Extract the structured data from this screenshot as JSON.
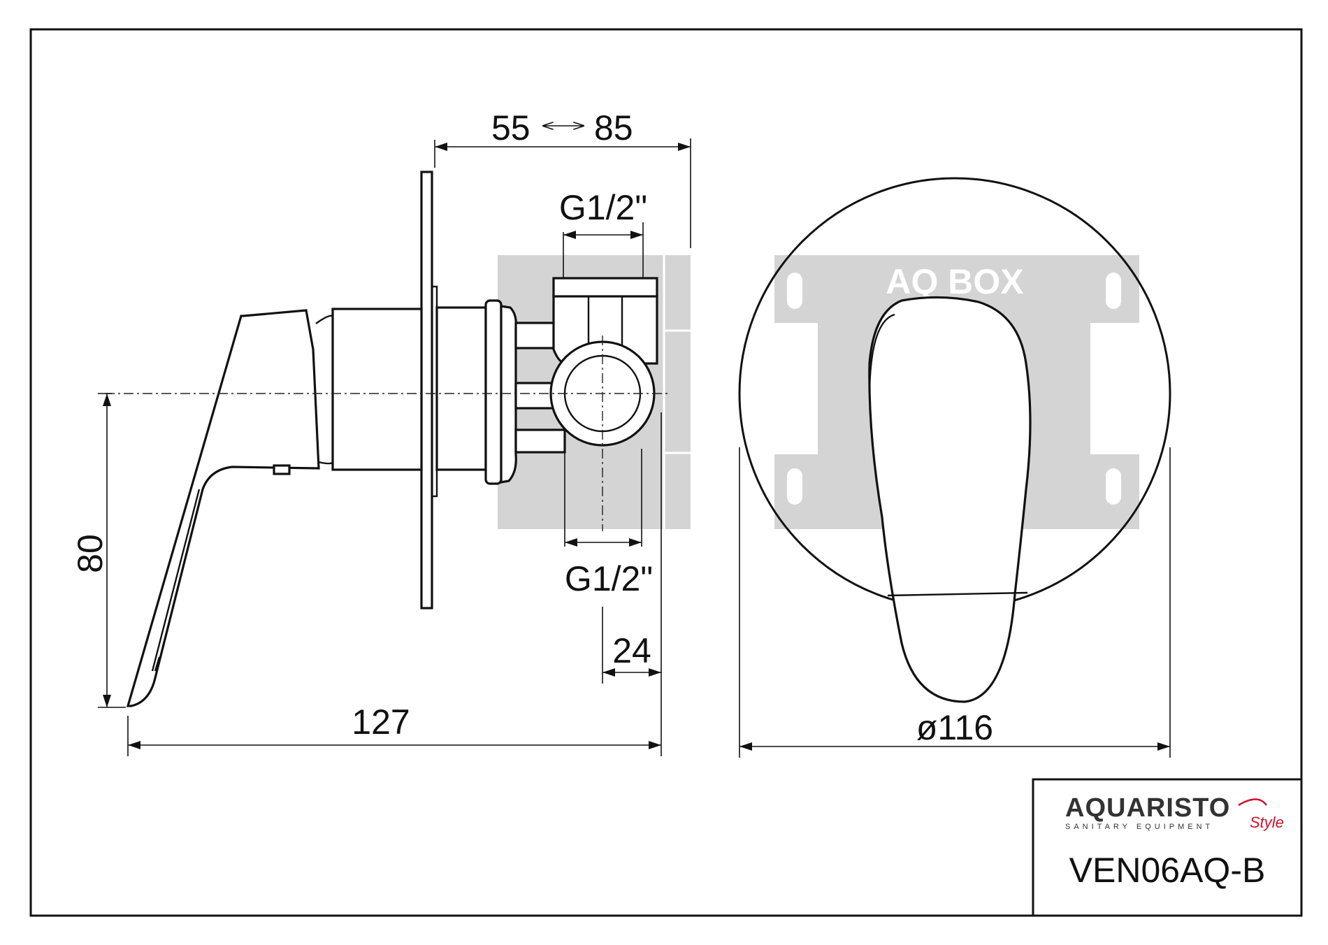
{
  "dimensions": {
    "depth_range_min": "55",
    "depth_range_max": "85",
    "thread_top": "G1/2\"",
    "thread_bottom": "G1/2\"",
    "height": "80",
    "length": "127",
    "offset": "24",
    "diameter": "ø116"
  },
  "box_label": "AQ BOX",
  "title_block": {
    "brand": "AQUARISTO",
    "brand_sub": "SANITARY EQUIPMENT",
    "brand_script": "Style",
    "model": "VEN06AQ-B"
  },
  "colors": {
    "line": "#111111",
    "box_fill": "#d4d4d4",
    "brand_accent": "#d0112b"
  }
}
